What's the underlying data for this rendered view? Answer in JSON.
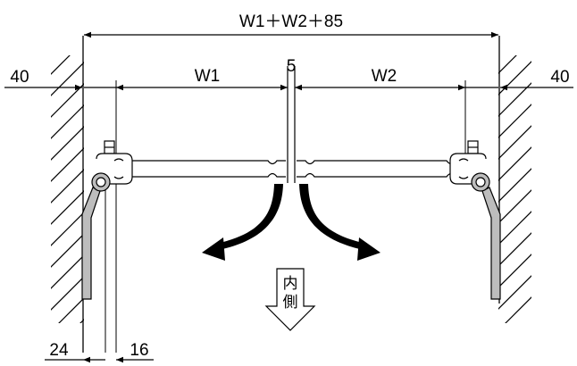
{
  "dimensions": {
    "total": "W1＋W2＋85",
    "left_margin": "40",
    "right_margin": "40",
    "left_door": "W1",
    "right_door": "W2",
    "center_gap": "5",
    "bottom_left": "24",
    "bottom_right": "16"
  },
  "direction_label": {
    "line1": "内",
    "line2": "側"
  },
  "colors": {
    "line": "#000000",
    "fill_gray": "#bdbdbd",
    "background": "#ffffff"
  }
}
